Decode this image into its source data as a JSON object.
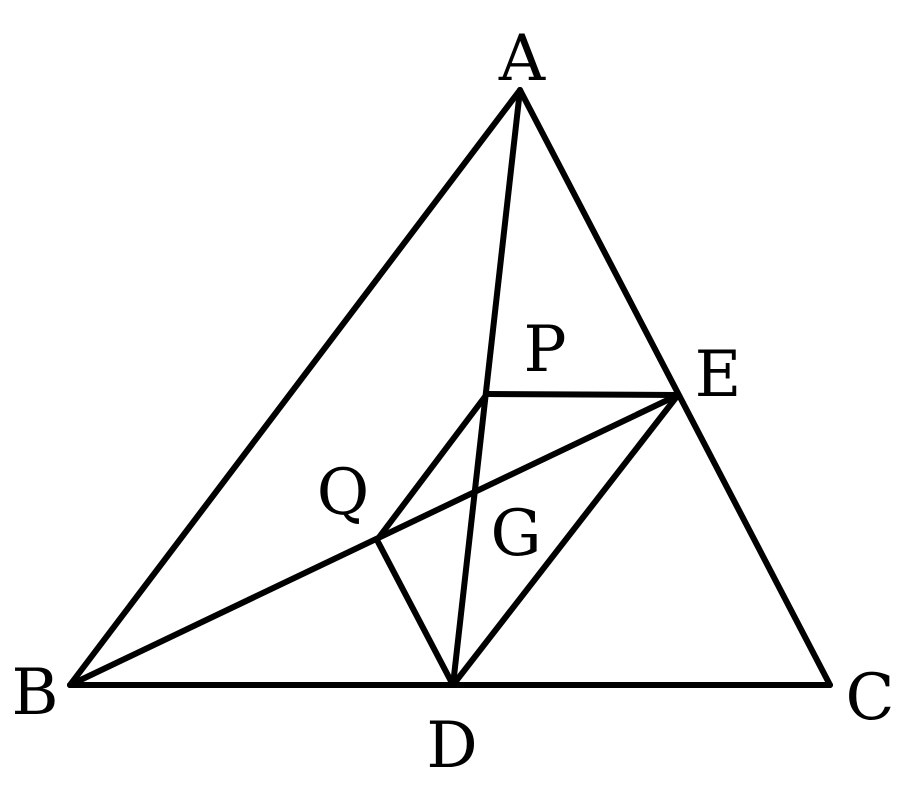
{
  "figure": {
    "points": [
      {
        "id": "A",
        "label": "A"
      },
      {
        "id": "B",
        "label": "B"
      },
      {
        "id": "C",
        "label": "C"
      },
      {
        "id": "D",
        "label": "D"
      },
      {
        "id": "E",
        "label": "E"
      },
      {
        "id": "P",
        "label": "P"
      },
      {
        "id": "Q",
        "label": "Q"
      },
      {
        "id": "G",
        "label": "G"
      }
    ],
    "segments": [
      [
        "A",
        "B"
      ],
      [
        "A",
        "C"
      ],
      [
        "B",
        "C"
      ],
      [
        "A",
        "D"
      ],
      [
        "B",
        "E"
      ],
      [
        "P",
        "E"
      ],
      [
        "E",
        "D"
      ],
      [
        "D",
        "Q"
      ],
      [
        "Q",
        "P"
      ]
    ]
  }
}
